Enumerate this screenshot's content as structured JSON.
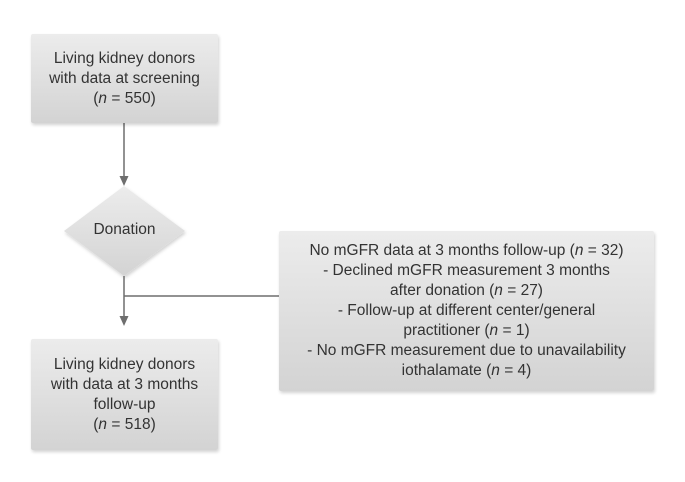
{
  "screening_box": {
    "line1": "Living kidney donors",
    "line2": "with data at screening",
    "n_var": "n",
    "n_rest": " = 550)"
  },
  "donation": {
    "label": "Donation"
  },
  "followup_box": {
    "line1": "Living kidney donors",
    "line2": "with data at 3 months",
    "line3": "follow-up",
    "n_var": "n",
    "n_rest": " = 518)"
  },
  "exclusion_box": {
    "header_pre": "No mGFR data at 3 months follow-up (",
    "header_var": "n",
    "header_rest": " = 32)",
    "item1_line1": "- Declined mGFR measurement 3 months",
    "item1_line2_pre": "after donation (",
    "item1_var": "n",
    "item1_rest": " = 27)",
    "item2_line1": "- Follow-up at different center/general",
    "item2_line2_pre": "practitioner (",
    "item2_var": "n",
    "item2_rest": " = 1)",
    "item3_line1": "- No mGFR measurement due to unavailability",
    "item3_line2_pre": "iothalamate (",
    "item3_var": "n",
    "item3_rest": " = 4)"
  },
  "colors": {
    "box_fill_top": "#ececec",
    "box_fill_bottom": "#d3d3d3",
    "connector": "#6e6e6e",
    "text": "#333333"
  }
}
